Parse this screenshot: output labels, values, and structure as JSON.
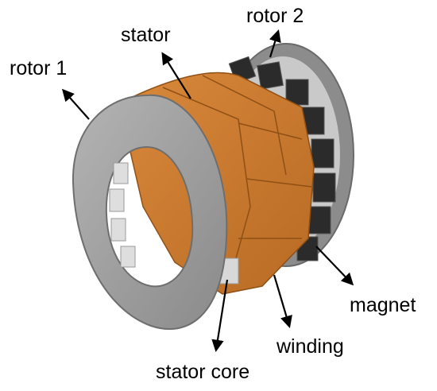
{
  "diagram": {
    "labels": {
      "rotor1": "rotor 1",
      "stator": "stator",
      "rotor2": "rotor 2",
      "magnet": "magnet",
      "winding": "winding",
      "stator_core": "stator core"
    },
    "colors": {
      "rotor_steel": "#9a9a9a",
      "rotor_edge": "#6e6e6e",
      "magnet": "#2b2b2b",
      "winding": "#c8782e",
      "winding_dark": "#a85e1c",
      "stator_core": "#cfcfcf",
      "arrow": "#000000"
    }
  }
}
